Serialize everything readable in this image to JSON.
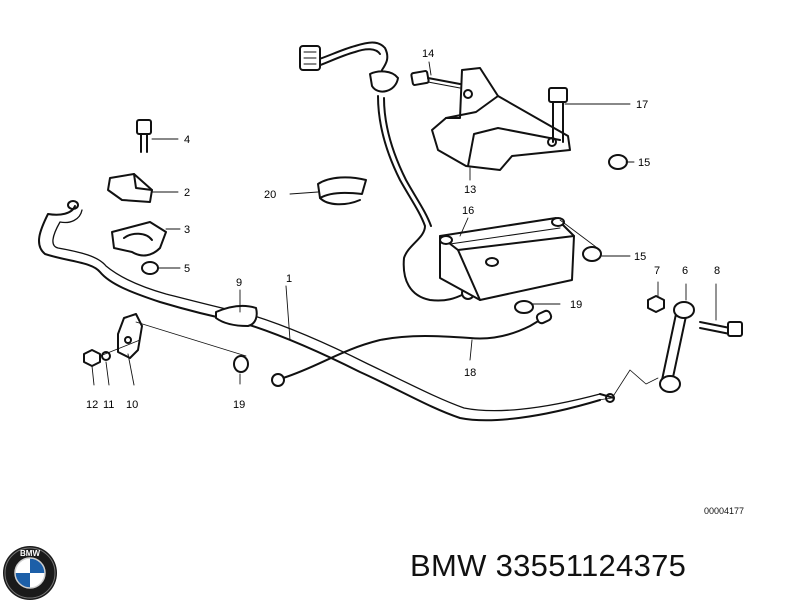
{
  "diagram": {
    "callouts": [
      {
        "n": "1",
        "text": "1"
      },
      {
        "n": "2",
        "text": "2"
      },
      {
        "n": "3",
        "text": "3"
      },
      {
        "n": "4",
        "text": "4"
      },
      {
        "n": "5",
        "text": "5"
      },
      {
        "n": "6",
        "text": "6"
      },
      {
        "n": "7",
        "text": "7"
      },
      {
        "n": "8",
        "text": "8"
      },
      {
        "n": "9",
        "text": "9"
      },
      {
        "n": "10",
        "text": "10"
      },
      {
        "n": "11",
        "text": "11"
      },
      {
        "n": "12",
        "text": "12"
      },
      {
        "n": "13",
        "text": "13"
      },
      {
        "n": "14",
        "text": "14"
      },
      {
        "n": "15a",
        "text": "15"
      },
      {
        "n": "15b",
        "text": "15"
      },
      {
        "n": "16",
        "text": "16"
      },
      {
        "n": "17",
        "text": "17"
      },
      {
        "n": "18",
        "text": "18"
      },
      {
        "n": "19a",
        "text": "19"
      },
      {
        "n": "19b",
        "text": "19"
      },
      {
        "n": "20",
        "text": "20"
      }
    ],
    "drawing_number": "00004177"
  },
  "footer": {
    "brand_part": "BMW 33551124375",
    "logo_text": "BMW"
  }
}
